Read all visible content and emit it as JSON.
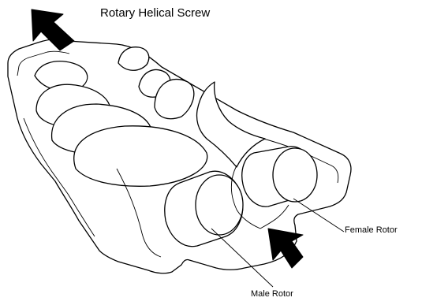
{
  "title": "Rotary Helical Screw",
  "labels": {
    "female_rotor": "Female Rotor",
    "male_rotor": "Male Rotor"
  },
  "colors": {
    "line": "#000000",
    "background": "#ffffff"
  },
  "icons": {
    "discharge_arrow": "arrow-up-left",
    "intake_arrow": "arrow-down-left"
  }
}
